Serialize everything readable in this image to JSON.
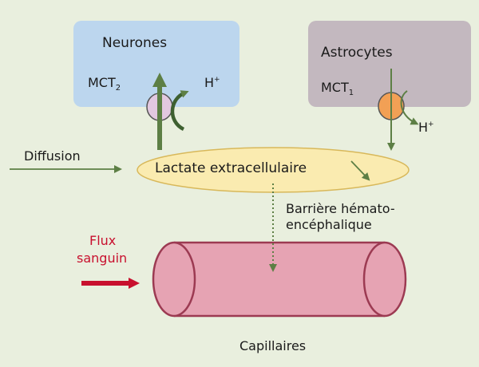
{
  "neurons": {
    "title": "Neurones",
    "transporter": "MCT",
    "transporter_sub": "2",
    "proton": "H",
    "proton_sup": "+"
  },
  "astrocytes": {
    "title": "Astrocytes",
    "transporter": "MCT",
    "transporter_sub": "1",
    "proton": "H",
    "proton_sup": "+"
  },
  "diffusion_label": "Diffusion",
  "lactate_label": "Lactate extracellulaire",
  "barrier_label_line1": "Barrière hémato-",
  "barrier_label_line2": "encéphalique",
  "blood_flow_line1": "Flux",
  "blood_flow_line2": "sanguin",
  "capillaries_label": "Capillaires",
  "colors": {
    "background": "#e9efde",
    "neuron_box": "#bcd6ee",
    "astrocyte_box": "#c3b8bf",
    "ellipse_fill": "#faebb0",
    "ellipse_stroke": "#d8b85a",
    "arrow_green": "#5d7f45",
    "capillary_fill": "#e6a3b3",
    "capillary_stroke": "#9c3a52",
    "blood_flow_red": "#c8102e",
    "mct2_color": "#e2c8e0",
    "mct1_color": "#f2a055"
  }
}
